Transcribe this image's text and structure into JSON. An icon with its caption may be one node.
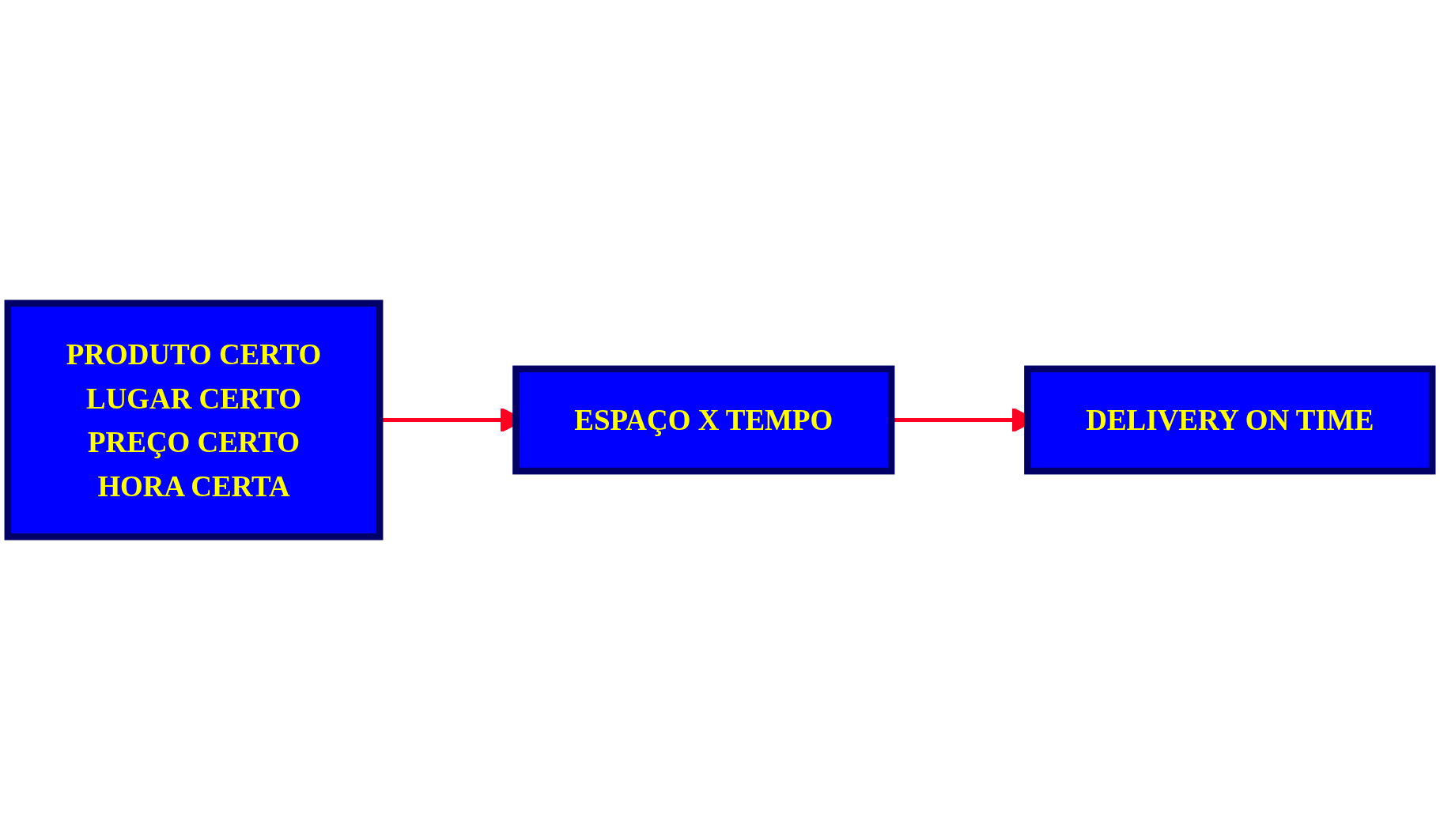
{
  "diagram": {
    "nodes": [
      {
        "text": [
          "PRODUTO CERTO",
          "LUGAR CERTO",
          "PREÇO CERTO",
          "HORA CERTA"
        ]
      },
      {
        "text": [
          "ESPAÇO X TEMPO"
        ]
      },
      {
        "text": [
          "DELIVERY ON TIME"
        ]
      }
    ],
    "edges": [
      {
        "from": 0,
        "to": 1,
        "arrow": "to"
      },
      {
        "from": 1,
        "to": 2,
        "arrow": "to"
      }
    ]
  }
}
